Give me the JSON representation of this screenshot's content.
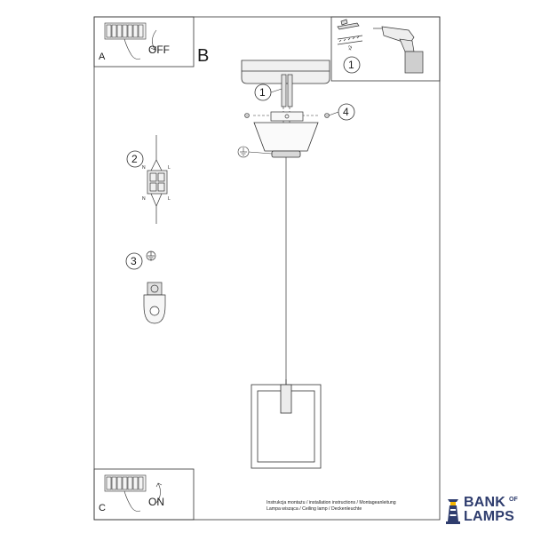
{
  "panels": {
    "a": {
      "letter": "A",
      "state": "OFF"
    },
    "b": {
      "letter": "B"
    },
    "c": {
      "letter": "C",
      "state": "ON"
    }
  },
  "callouts": [
    "1",
    "1",
    "2",
    "3",
    "4"
  ],
  "tools": {
    "quantity": "x2"
  },
  "wiring": {
    "top_left": "N",
    "top_right": "L",
    "bottom_left": "N",
    "bottom_right": "L"
  },
  "caption": {
    "line1": "Instrukcja montażu / installation instructions / Montageanleitung",
    "line2": "Lampa wisząca / Ceiling lamp / Deckenleuchte"
  },
  "logo": {
    "word1": "BANK",
    "of": "OF",
    "word2": "LAMPS",
    "color": "#2f3d6e"
  },
  "line_color": "#333333"
}
